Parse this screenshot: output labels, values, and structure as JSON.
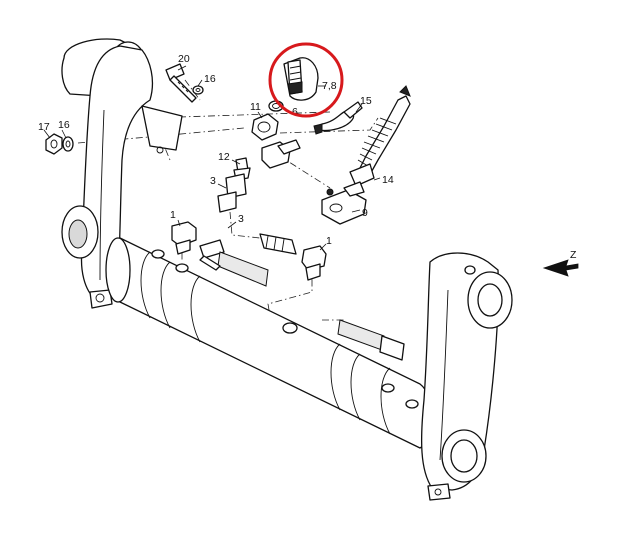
{
  "callouts": {
    "c20": "20",
    "c16a": "16",
    "c16b": "16",
    "c17": "17",
    "c78": "7,8",
    "c6": "6",
    "c11": "11",
    "c15": "15",
    "c12": "12",
    "c14": "14",
    "c3a": "3",
    "c3b": "3",
    "c9": "9",
    "c1a": "1",
    "c1b": "1",
    "z": "Z"
  },
  "highlight": {
    "color": "#d7191c",
    "target": "7,8"
  }
}
